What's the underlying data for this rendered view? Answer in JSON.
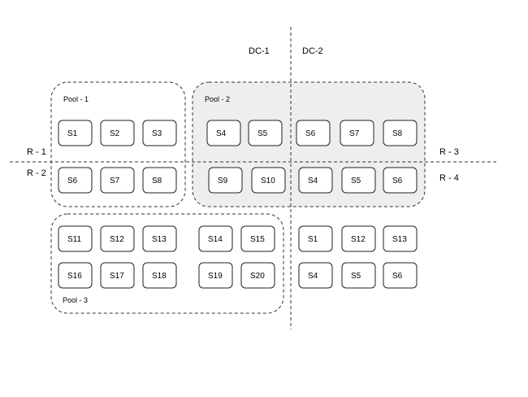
{
  "datacenters": [
    "DC-1",
    "DC-2"
  ],
  "regions": {
    "r1": "R - 1",
    "r2": "R - 2",
    "r3": "R - 3",
    "r4": "R - 4"
  },
  "pools": {
    "pool1": "Pool - 1",
    "pool2": "Pool - 2",
    "pool3": "Pool - 3"
  },
  "servers": {
    "pool1_top": [
      "S1",
      "S2",
      "S3"
    ],
    "pool1_bottom": [
      "S6",
      "S7",
      "S8"
    ],
    "pool2_top": [
      "S4",
      "S5",
      "S6",
      "S7",
      "S8"
    ],
    "pool2_bottom": [
      "S9",
      "S10",
      "S4",
      "S5",
      "S6"
    ],
    "pool3_row1": [
      "S11",
      "S12",
      "S13",
      "S14",
      "S15"
    ],
    "pool3_row2": [
      "S16",
      "S17",
      "S18",
      "S19",
      "S20"
    ],
    "dc2_row1": [
      "S1",
      "S12",
      "S13"
    ],
    "dc2_row2": [
      "S4",
      "S5",
      "S6"
    ]
  }
}
